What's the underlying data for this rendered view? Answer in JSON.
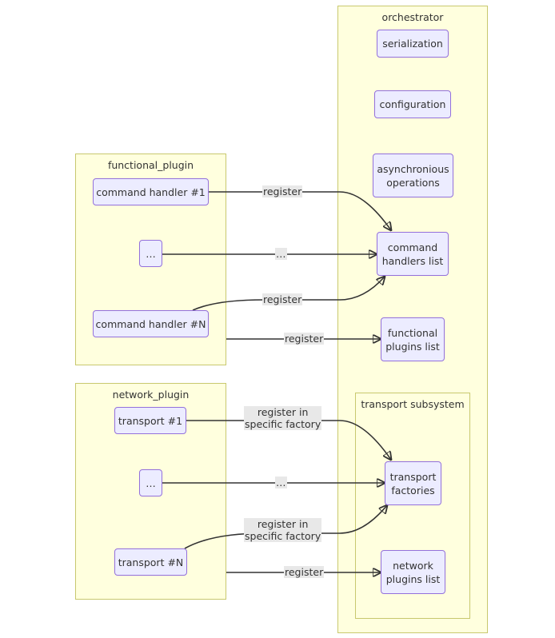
{
  "clusters": {
    "orchestrator": "orchestrator",
    "transport_subsystem": "transport subsystem",
    "functional_plugin": "functional_plugin",
    "network_plugin": "network_plugin"
  },
  "nodes": {
    "serialization": "serialization",
    "configuration": "configuration",
    "async_ops": "asynchronious\noperations",
    "cmd_handlers_list": "command\nhandlers list",
    "func_plugins_list": "functional\nplugins list",
    "transport_factories": "transport\nfactories",
    "net_plugins_list": "network\nplugins list",
    "cmd_handler_1": "command handler #1",
    "cmd_ellipsis": "…",
    "cmd_handler_n": "command handler #N",
    "transport_1": "transport #1",
    "transport_ellipsis": "…",
    "transport_n": "transport #N"
  },
  "edges": {
    "e1": "register",
    "e2": "…",
    "e3": "register",
    "e4": "register",
    "e5": "register in\nspecific factory",
    "e6": "…",
    "e7": "register in\nspecific factory",
    "e8": "register"
  }
}
